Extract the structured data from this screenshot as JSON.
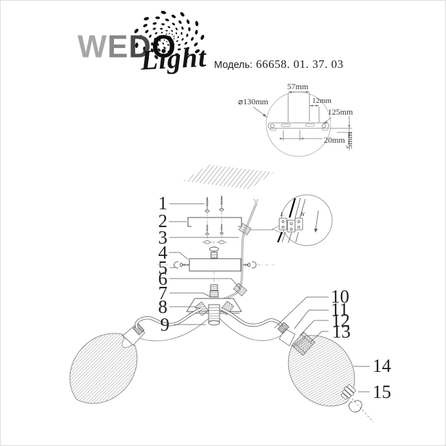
{
  "header": {
    "logo_letters": [
      "W",
      "E",
      "D",
      "O"
    ],
    "logo_script": "Light",
    "model_label": "Модель:",
    "model_number": "66658. 01. 37. 03"
  },
  "dim_detail": {
    "diameter": "⌀130mm",
    "top_width": "57mm",
    "offset": "12mm",
    "length": "125mm",
    "slot_width": "20mm",
    "height": "5mm"
  },
  "wiring": {
    "live_label": "L",
    "neutral_label": "N"
  },
  "part_labels": [
    "1",
    "2",
    "3",
    "4",
    "5",
    "6",
    "7",
    "8",
    "9",
    "10",
    "11",
    "12",
    "13",
    "14",
    "15"
  ],
  "colors": {
    "line": "#555555",
    "light_line": "#999999",
    "hatch": "#c3c3c3",
    "ink": "#111111"
  }
}
